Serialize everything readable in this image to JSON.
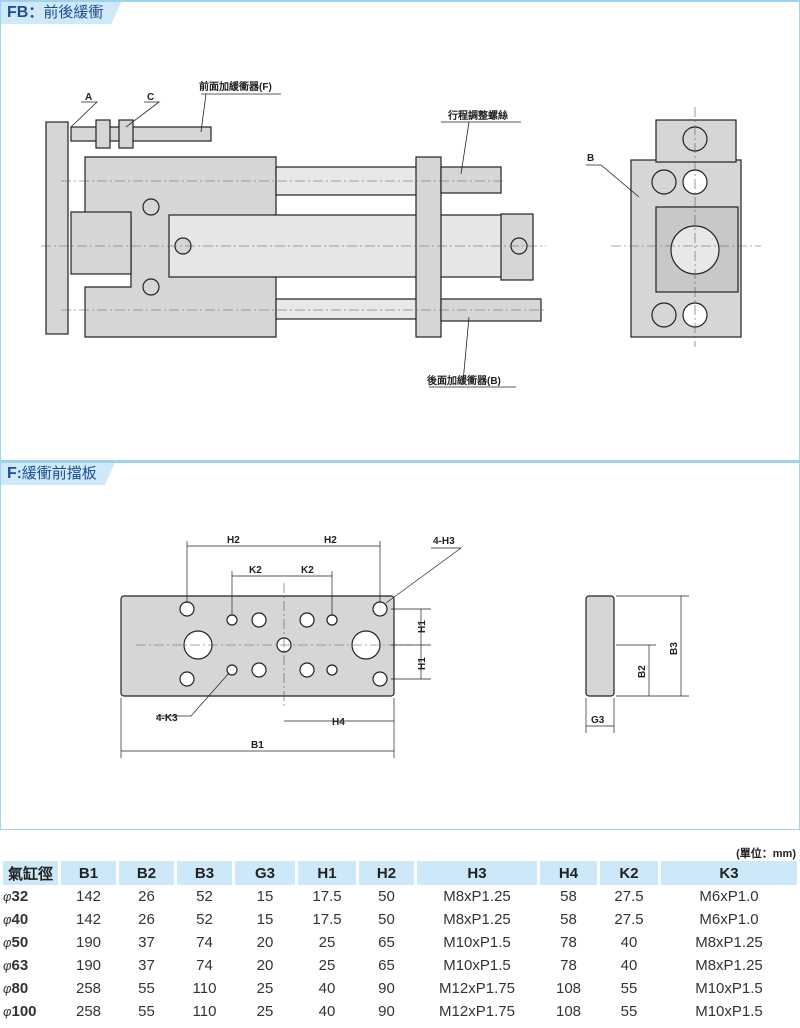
{
  "sections": {
    "fb": {
      "code": "FB",
      "sep": "：",
      "name": "前後緩衝"
    },
    "f": {
      "code": "F",
      "sep": ":",
      "name": "緩衝前擋板"
    }
  },
  "fb_labels": {
    "a": "A",
    "c": "C",
    "front_buffer": "前面加緩衝器(F)",
    "stroke_screw": "行程調整螺絲",
    "b": "B",
    "rear_buffer": "後面加緩衝器(B)"
  },
  "f_labels": {
    "h2a": "H2",
    "h2b": "H2",
    "k2a": "K2",
    "k2b": "K2",
    "h3": "4-H3",
    "h1a": "H1",
    "h1b": "H1",
    "k3": "4-K3",
    "h4": "H4",
    "b1": "B1",
    "b3": "B3",
    "b2": "B2",
    "g3": "G3"
  },
  "table": {
    "unit": "(單位：mm)",
    "headers": [
      "氣缸徑",
      "B1",
      "B2",
      "B3",
      "G3",
      "H1",
      "H2",
      "H3",
      "H4",
      "K2",
      "K3"
    ],
    "rows": [
      {
        "phi": "φ",
        "bore": "32",
        "cells": [
          "142",
          "26",
          "52",
          "15",
          "17.5",
          "50",
          "M8xP1.25",
          "58",
          "27.5",
          "M6xP1.0"
        ]
      },
      {
        "phi": "φ",
        "bore": "40",
        "cells": [
          "142",
          "26",
          "52",
          "15",
          "17.5",
          "50",
          "M8xP1.25",
          "58",
          "27.5",
          "M6xP1.0"
        ]
      },
      {
        "phi": "φ",
        "bore": "50",
        "cells": [
          "190",
          "37",
          "74",
          "20",
          "25",
          "65",
          "M10xP1.5",
          "78",
          "40",
          "M8xP1.25"
        ]
      },
      {
        "phi": "φ",
        "bore": "63",
        "cells": [
          "190",
          "37",
          "74",
          "20",
          "25",
          "65",
          "M10xP1.5",
          "78",
          "40",
          "M8xP1.25"
        ]
      },
      {
        "phi": "φ",
        "bore": "80",
        "cells": [
          "258",
          "55",
          "110",
          "25",
          "40",
          "90",
          "M12xP1.75",
          "108",
          "55",
          "M10xP1.5"
        ]
      },
      {
        "phi": "φ",
        "bore": "100",
        "cells": [
          "258",
          "55",
          "110",
          "25",
          "40",
          "90",
          "M12xP1.75",
          "108",
          "55",
          "M10xP1.5"
        ]
      }
    ]
  }
}
